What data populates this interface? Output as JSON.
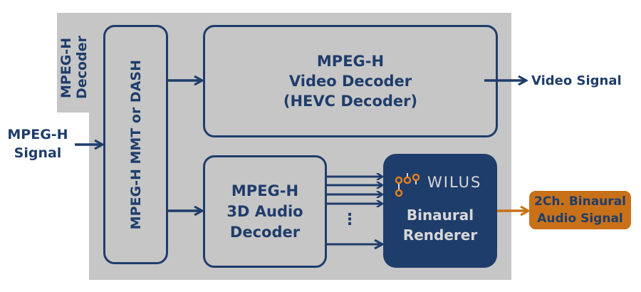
{
  "diagram": {
    "decoder_group_label": [
      "MPEG-H",
      "Decoder"
    ],
    "input_signal": [
      "MPEG-H",
      "Signal"
    ],
    "transport_block": "MPEG-H MMT or DASH",
    "video_decoder": [
      "MPEG-H",
      "Video Decoder",
      "(HEVC Decoder)"
    ],
    "audio_decoder": [
      "MPEG-H",
      "3D Audio",
      "Decoder"
    ],
    "renderer": {
      "brand": "WILUS",
      "title": [
        "Binaural",
        "Renderer"
      ]
    },
    "video_output": "Video Signal",
    "audio_output": [
      "2Ch. Binaural",
      "Audio Signal"
    ],
    "ellipsis": "⋮",
    "colors": {
      "navy": "#1f3d6b",
      "gray_panel": "#c6c6c6",
      "orange": "#c87119",
      "brand_text": "#d8d8d8"
    }
  }
}
